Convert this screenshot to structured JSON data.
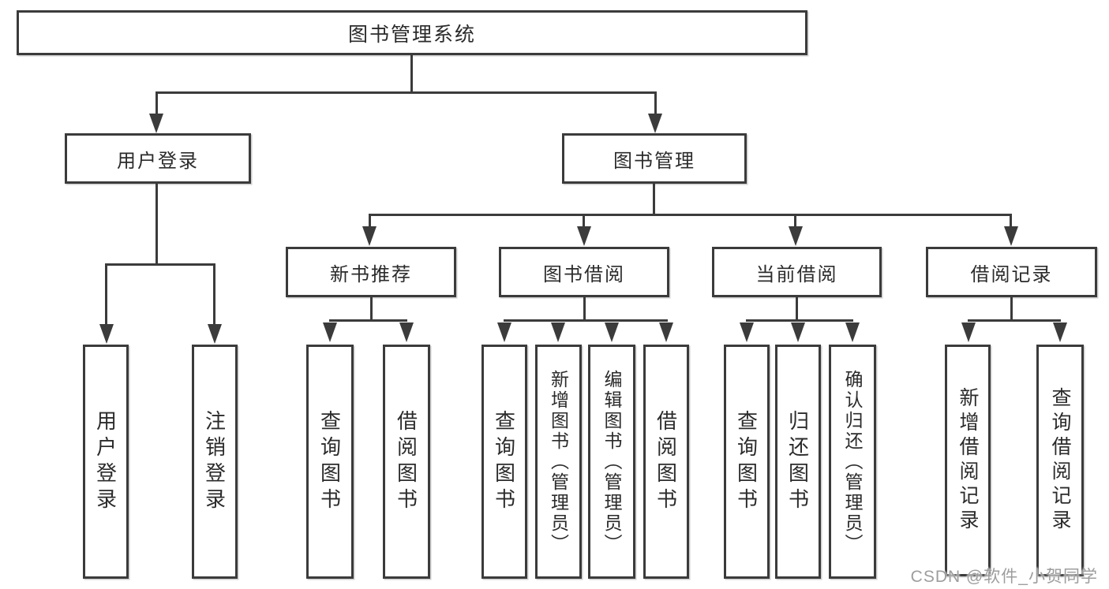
{
  "diagram": {
    "title": "图书管理系统",
    "nodes": {
      "root": {
        "label": "图书管理系统"
      },
      "user_login": {
        "label": "用户登录"
      },
      "book_mgmt": {
        "label": "图书管理"
      },
      "new_book_rec": {
        "label": "新书推荐"
      },
      "book_borrow": {
        "label": "图书借阅"
      },
      "current_borrow": {
        "label": "当前借阅"
      },
      "borrow_record": {
        "label": "借阅记录"
      },
      "ul_login": {
        "label": "用户登录"
      },
      "ul_logout": {
        "label": "注销登录"
      },
      "nb_query": {
        "label": "查询图书"
      },
      "nb_borrow": {
        "label": "借阅图书"
      },
      "bb_query": {
        "label": "查询图书"
      },
      "bb_add": {
        "label": "新增图书（管理员）"
      },
      "bb_edit": {
        "label": "编辑图书（管理员）"
      },
      "bb_borrow": {
        "label": "借阅图书"
      },
      "cb_query": {
        "label": "查询图书"
      },
      "cb_return": {
        "label": "归还图书"
      },
      "cb_confirm": {
        "label": "确认归还（管理员）"
      },
      "br_add": {
        "label": "新增借阅记录"
      },
      "br_query": {
        "label": "查询借阅记录"
      }
    },
    "hierarchy": {
      "图书管理系统": [
        "用户登录",
        "图书管理"
      ],
      "用户登录": [
        "用户登录",
        "注销登录"
      ],
      "图书管理": [
        "新书推荐",
        "图书借阅",
        "当前借阅",
        "借阅记录"
      ],
      "新书推荐": [
        "查询图书",
        "借阅图书"
      ],
      "图书借阅": [
        "查询图书",
        "新增图书（管理员）",
        "编辑图书（管理员）",
        "借阅图书"
      ],
      "当前借阅": [
        "查询图书",
        "归还图书",
        "确认归还（管理员）"
      ],
      "借阅记录": [
        "新增借阅记录",
        "查询借阅记录"
      ]
    },
    "colors": {
      "line": "#3b3b3b",
      "text": "#2b2b2b",
      "background": "#ffffff",
      "watermark": "#9d9d9d"
    }
  },
  "watermark": {
    "text": "CSDN @软件_小贺同学"
  }
}
